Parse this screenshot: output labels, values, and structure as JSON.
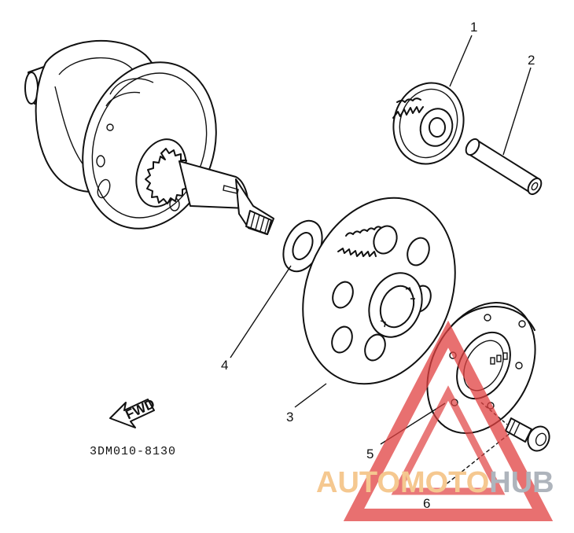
{
  "diagram": {
    "callouts": [
      {
        "id": "1",
        "text": "1"
      },
      {
        "id": "2",
        "text": "2"
      },
      {
        "id": "3",
        "text": "3"
      },
      {
        "id": "4",
        "text": "4"
      },
      {
        "id": "5",
        "text": "5"
      },
      {
        "id": "6",
        "text": "6"
      }
    ],
    "fwd_label": "FWD",
    "part_code": "3DM010-8130"
  },
  "watermark": {
    "part1": "AUTOMOTO",
    "part2": "HUB",
    "color_part1": "#f5c890",
    "color_part2": "#aeb4bc",
    "triangle_color": "#e04040"
  }
}
